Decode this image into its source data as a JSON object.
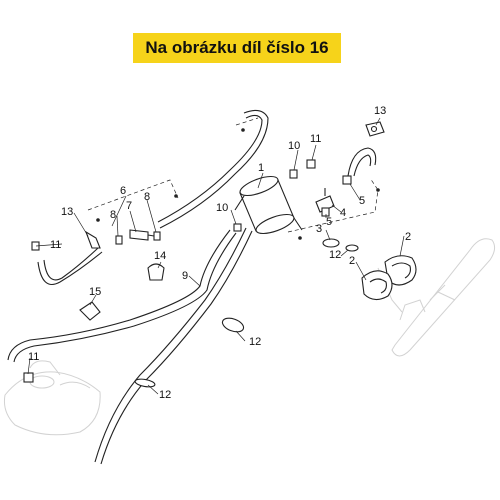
{
  "header": {
    "title": "Na obrázku díl číslo 16"
  },
  "callouts": {
    "n1": "1",
    "n2a": "2",
    "n2b": "2",
    "n3": "3",
    "n4": "4",
    "n5a": "5",
    "n5b": "5",
    "n6": "6",
    "n7": "7",
    "n8a": "8",
    "n8b": "8",
    "n9": "9",
    "n10a": "10",
    "n10b": "10",
    "n11a": "11",
    "n11b": "11",
    "n11c": "11",
    "n12a": "12",
    "n12b": "12",
    "n12c": "12",
    "n13a": "13",
    "n13b": "13",
    "n14": "14",
    "n15": "15"
  },
  "colors": {
    "banner": "#f6d31a",
    "line": "#222222",
    "ghost": "#d2d2d2"
  }
}
